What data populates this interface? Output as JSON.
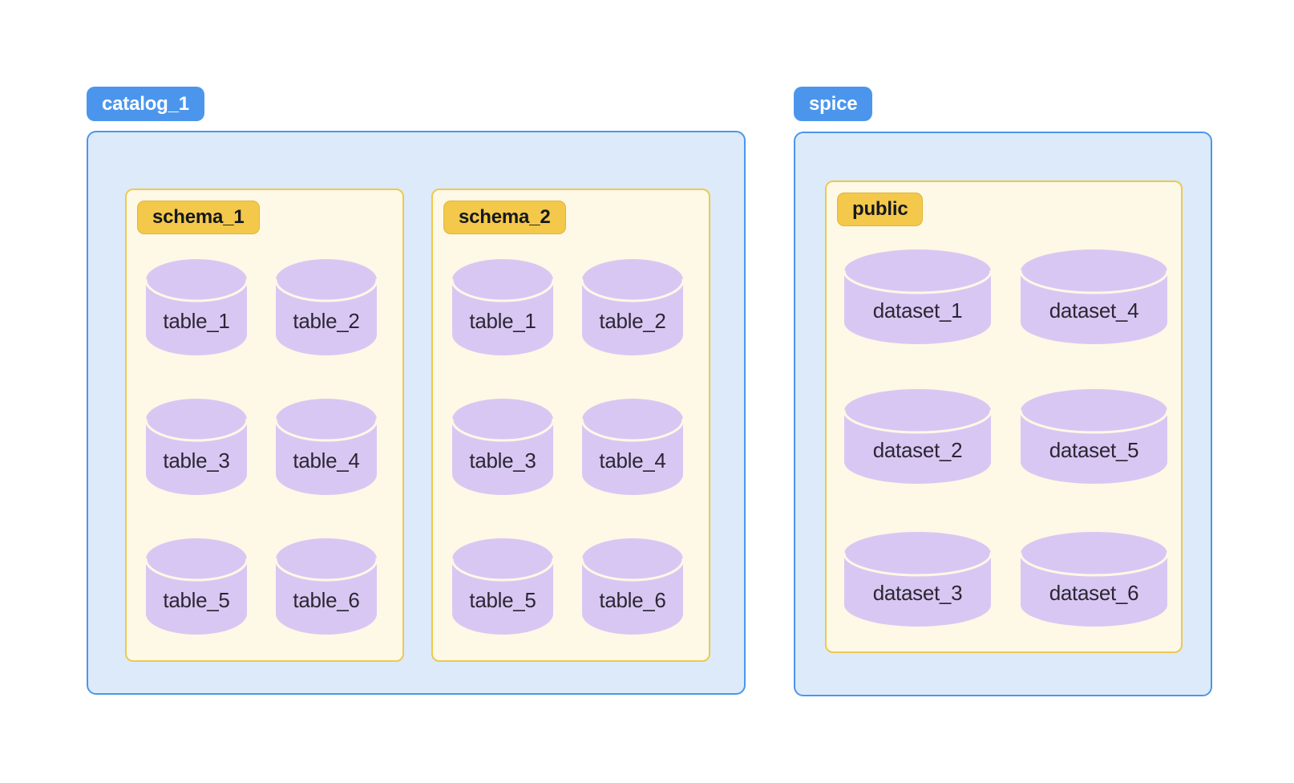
{
  "colors": {
    "badge_blue": "#4B96EC",
    "badge_blue_text": "#FFFFFF",
    "container_fill": "#DCEAFA",
    "container_border": "#4B96EC",
    "schema_fill": "#FEF8E6",
    "schema_border": "#EDC94F",
    "badge_yellow": "#F3C84B",
    "badge_yellow_border": "#DFB63A",
    "badge_yellow_text": "#15181E",
    "cylinder_fill": "#D9C7F3",
    "cylinder_seam": "#FEF8E6",
    "label_text": "#2B2733"
  },
  "catalog": {
    "badge": "catalog_1",
    "schemas": [
      {
        "badge": "schema_1",
        "tables": [
          "table_1",
          "table_2",
          "table_3",
          "table_4",
          "table_5",
          "table_6"
        ]
      },
      {
        "badge": "schema_2",
        "tables": [
          "table_1",
          "table_2",
          "table_3",
          "table_4",
          "table_5",
          "table_6"
        ]
      }
    ]
  },
  "spice": {
    "badge": "spice",
    "schemas": [
      {
        "badge": "public",
        "tables": [
          "dataset_1",
          "dataset_4",
          "dataset_2",
          "dataset_5",
          "dataset_3",
          "dataset_6"
        ]
      }
    ]
  }
}
